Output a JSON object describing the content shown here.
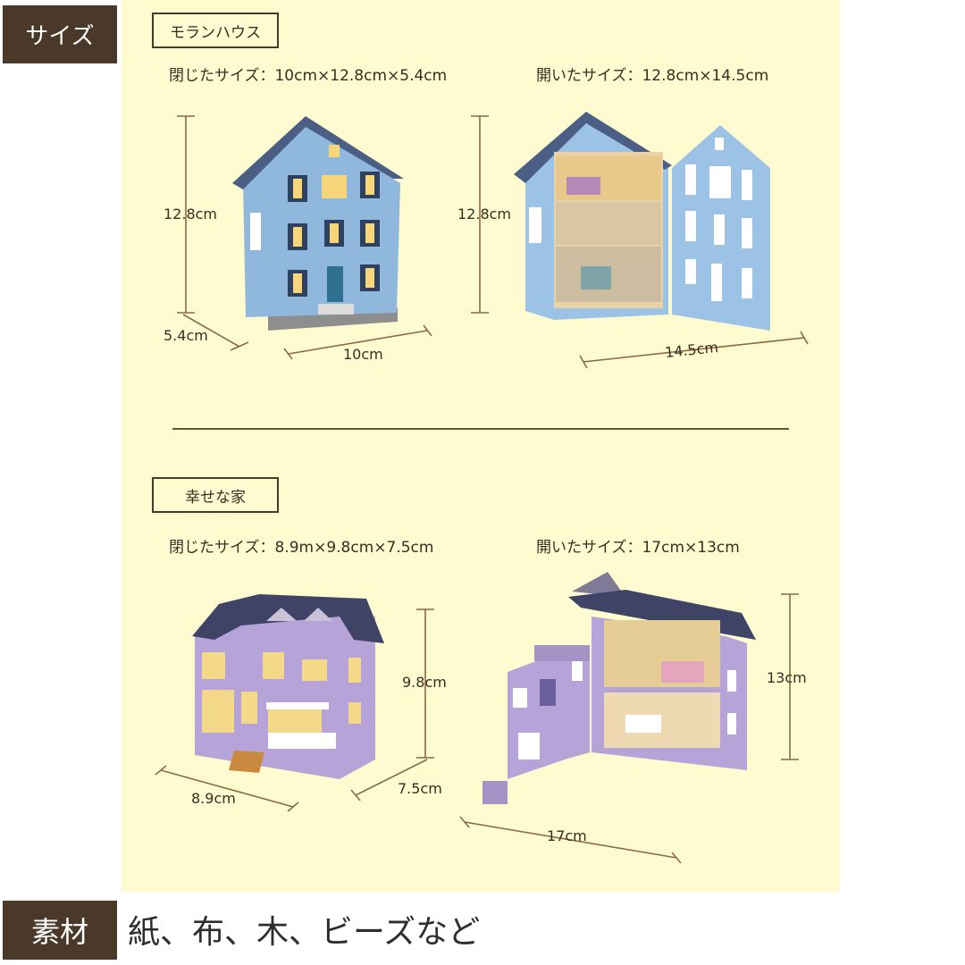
{
  "size_tag": "サイズ",
  "moran": {
    "name": "モランハウス",
    "closed_size": "閉じたサイズ：10cm×12.8cm×5.4cm",
    "open_size": "開いたサイズ：12.8cm×14.5cm",
    "closed_height": "12.8cm",
    "closed_depth": "5.4cm",
    "closed_width": "10cm",
    "open_height": "12.8cm",
    "open_width": "14.5cm"
  },
  "happy": {
    "name": "幸せな家",
    "closed_size": "閉じたサイズ：8.9m×9.8cm×7.5cm",
    "open_size": "開いたサイズ：17cm×13cm",
    "closed_height": "9.8cm",
    "closed_width": "8.9cm",
    "closed_depth": "7.5cm",
    "open_height": "13cm",
    "open_width": "17cm"
  },
  "material": {
    "tag": "素材",
    "text": "紙、布、木、ビーズなど"
  },
  "colors": {
    "panel_bg": "#fffbd0",
    "tag_bg": "#4a3829",
    "blue_house": "#8fb8dc",
    "blue_roof": "#4b5f85",
    "purple_house": "#b6a3d8",
    "purple_roof": "#3f4467"
  }
}
